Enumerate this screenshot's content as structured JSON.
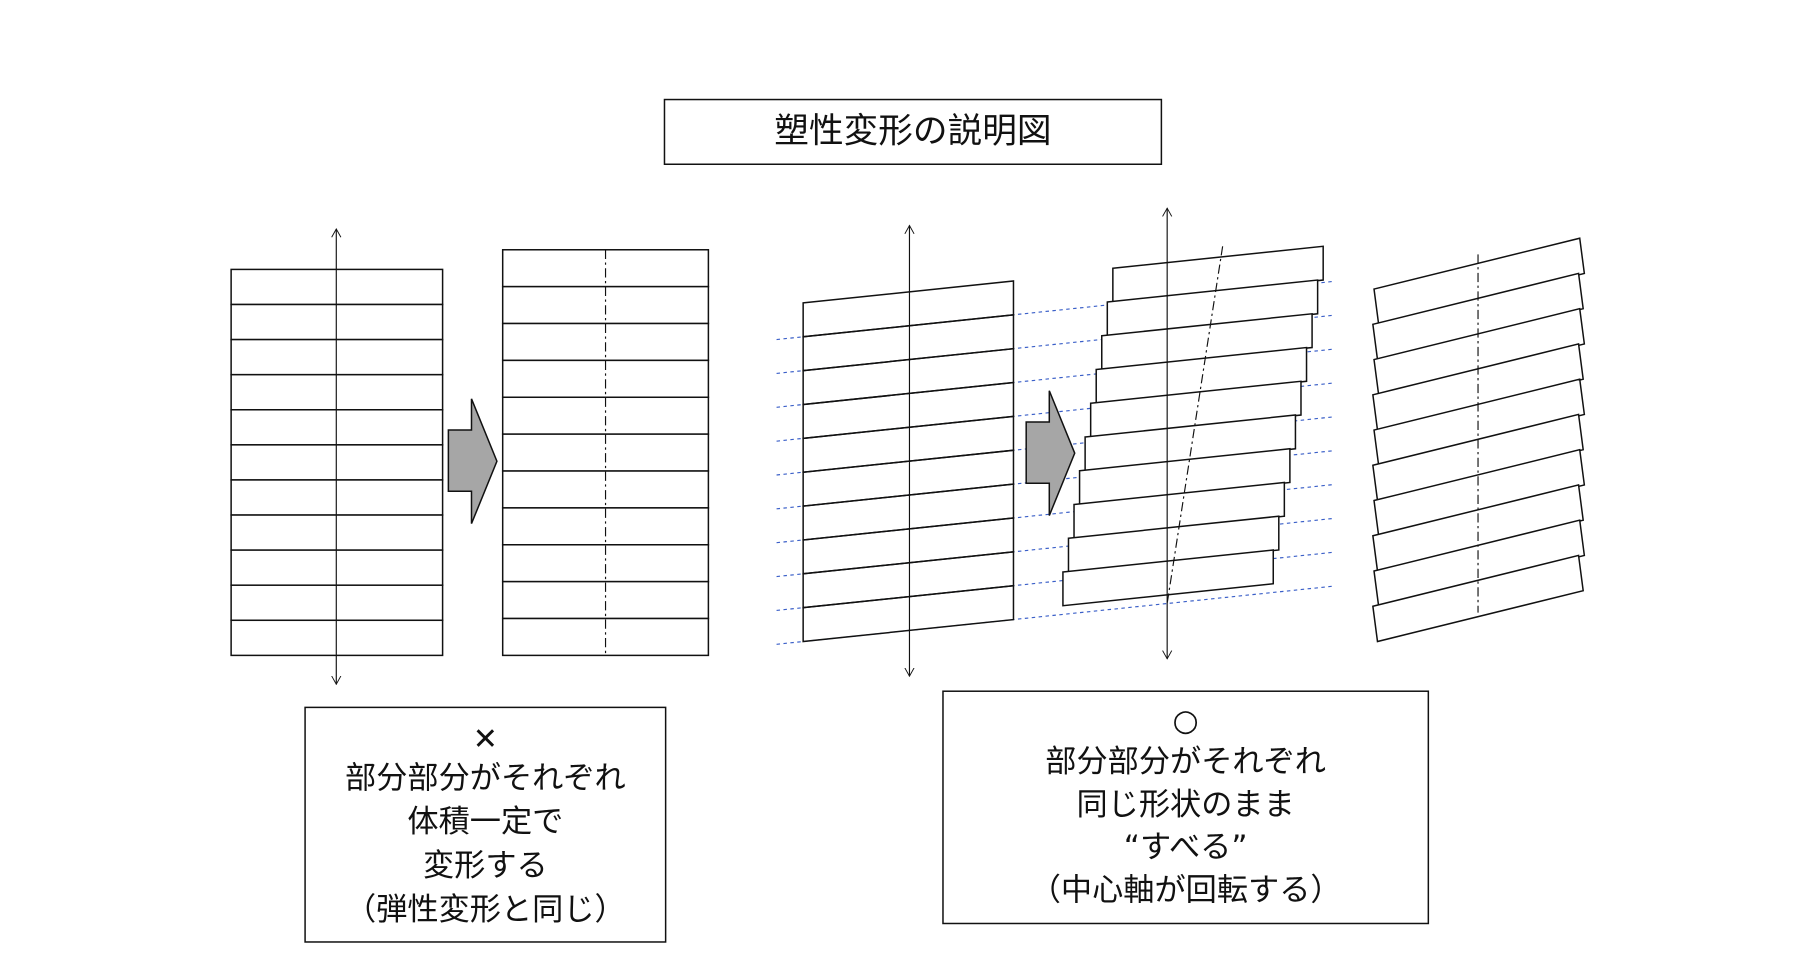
{
  "title": "塑性変形の説明図",
  "colors": {
    "line": "#111111",
    "guide": "#3a5fc8",
    "arrow_fill": "#a6a6a6"
  },
  "left_caption": {
    "mark": "✕",
    "lines": [
      "部分部分がそれぞれ",
      "体積一定で",
      "変形する",
      "（弾性変形と同じ）"
    ]
  },
  "right_caption": {
    "mark": "○",
    "lines": [
      "部分部分がそれぞれ",
      "同じ形状のまま",
      "“すべる”",
      "（中心軸が回転する）"
    ]
  },
  "diagram": {
    "left_slab_count": 11,
    "right_slab_count": 10
  }
}
